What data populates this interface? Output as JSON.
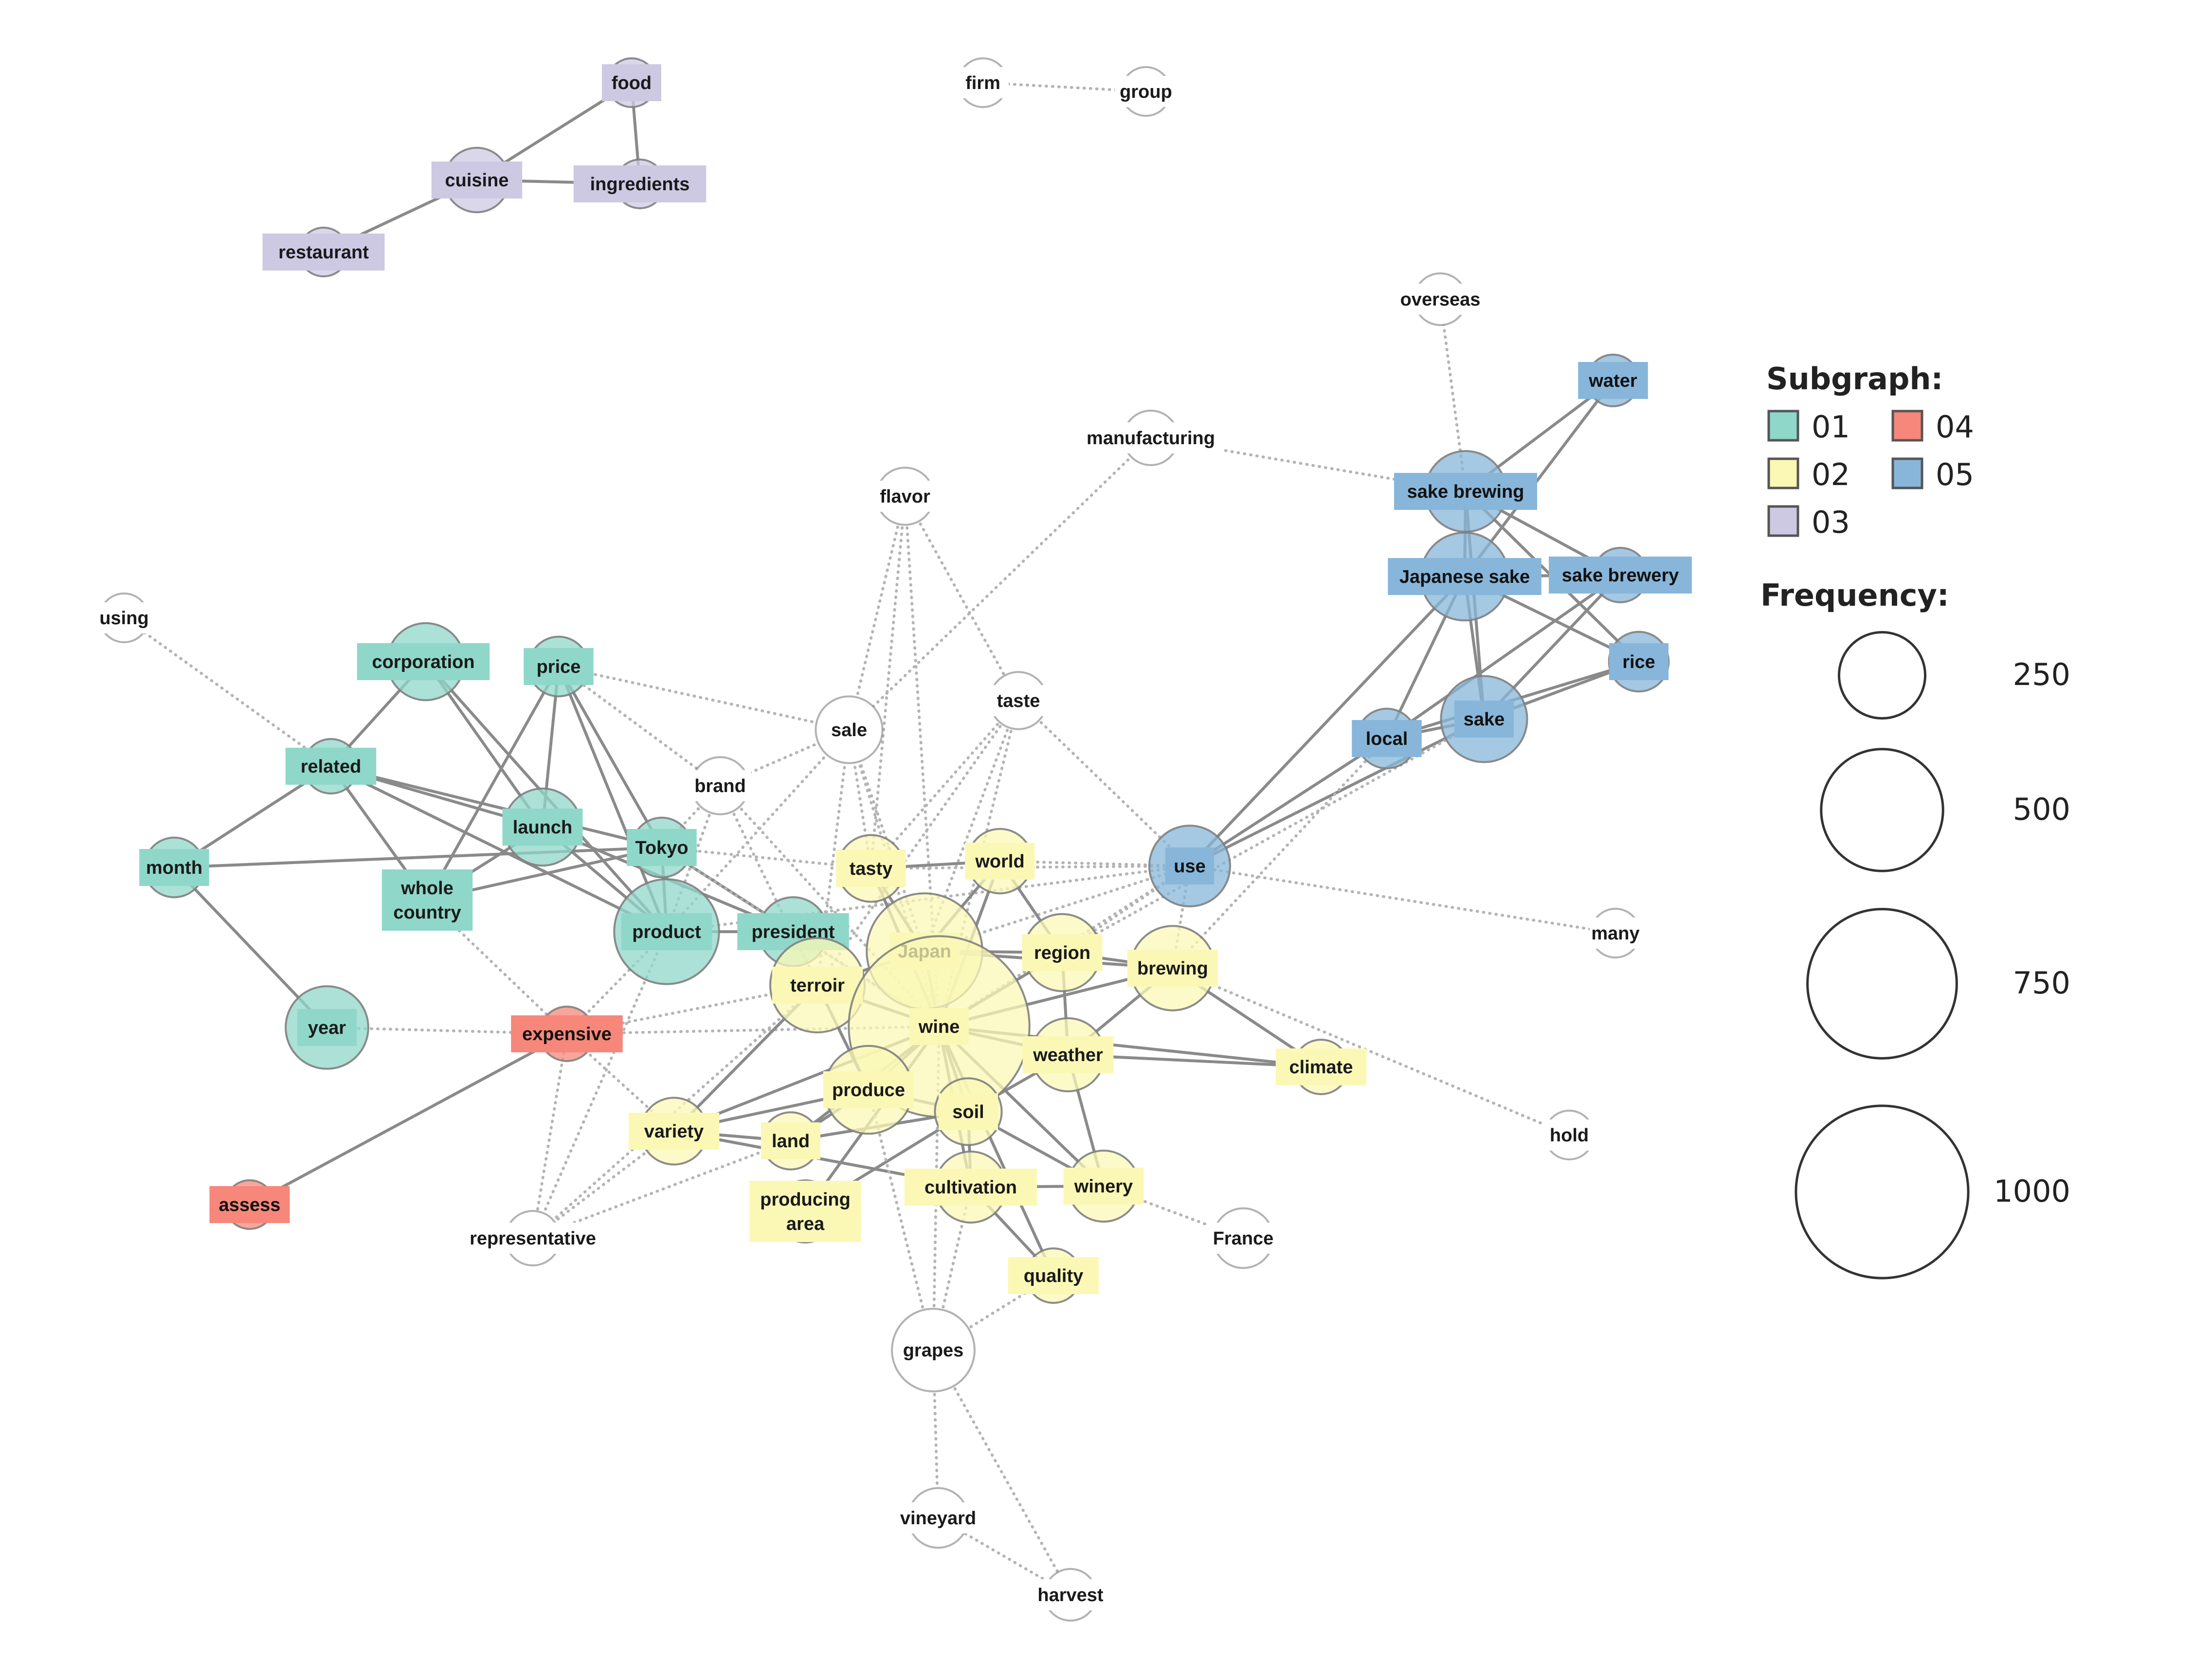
{
  "legend": {
    "subgraph_title": "Subgraph:",
    "frequency_title": "Frequency:",
    "subgraphs": [
      {
        "id": "01",
        "label": "01",
        "color": "#8fd7c9"
      },
      {
        "id": "02",
        "label": "02",
        "color": "#fbf8b6"
      },
      {
        "id": "03",
        "label": "03",
        "color": "#cdc9e3"
      },
      {
        "id": "04",
        "label": "04",
        "color": "#f6877a"
      },
      {
        "id": "05",
        "label": "05",
        "color": "#87b6da"
      }
    ],
    "frequencies": [
      {
        "value": 250,
        "label": "250"
      },
      {
        "value": 500,
        "label": "500"
      },
      {
        "value": 750,
        "label": "750"
      },
      {
        "value": 1000,
        "label": "1000"
      }
    ]
  },
  "nodes": [
    {
      "id": "food",
      "label": "food",
      "group": "03",
      "freq": 80
    },
    {
      "id": "cuisine",
      "label": "cuisine",
      "group": "03",
      "freq": 140
    },
    {
      "id": "ingredients",
      "label": "ingredients",
      "group": "03",
      "freq": 80
    },
    {
      "id": "restaurant",
      "label": "restaurant",
      "group": "03",
      "freq": 80
    },
    {
      "id": "firm",
      "label": "firm",
      "group": "none",
      "freq": 80
    },
    {
      "id": "group",
      "label": "group",
      "group": "none",
      "freq": 80
    },
    {
      "id": "overseas",
      "label": "overseas",
      "group": "none",
      "freq": 90
    },
    {
      "id": "water",
      "label": "water",
      "group": "05",
      "freq": 90
    },
    {
      "id": "manufacturing",
      "label": "manufacturing",
      "group": "none",
      "freq": 100
    },
    {
      "id": "sake_brewing",
      "label": "sake brewing",
      "group": "05",
      "freq": 220
    },
    {
      "id": "japanese_sake",
      "label": "Japanese sake",
      "group": "05",
      "freq": 260
    },
    {
      "id": "sake_brewery",
      "label": "sake brewery",
      "group": "05",
      "freq": 100
    },
    {
      "id": "rice",
      "label": "rice",
      "group": "05",
      "freq": 120
    },
    {
      "id": "sake",
      "label": "sake",
      "group": "05",
      "freq": 250
    },
    {
      "id": "local",
      "label": "local",
      "group": "05",
      "freq": 120
    },
    {
      "id": "use",
      "label": "use",
      "group": "05",
      "freq": 220
    },
    {
      "id": "flavor",
      "label": "flavor",
      "group": "none",
      "freq": 110
    },
    {
      "id": "taste",
      "label": "taste",
      "group": "none",
      "freq": 110
    },
    {
      "id": "sale",
      "label": "sale",
      "group": "none",
      "freq": 150
    },
    {
      "id": "brand",
      "label": "brand",
      "group": "none",
      "freq": 110
    },
    {
      "id": "using",
      "label": "using",
      "group": "none",
      "freq": 80
    },
    {
      "id": "corporation",
      "label": "corporation",
      "group": "01",
      "freq": 200
    },
    {
      "id": "price",
      "label": "price",
      "group": "01",
      "freq": 120
    },
    {
      "id": "related",
      "label": "related",
      "group": "01",
      "freq": 100
    },
    {
      "id": "launch",
      "label": "launch",
      "group": "01",
      "freq": 200
    },
    {
      "id": "tokyo",
      "label": "Tokyo",
      "group": "01",
      "freq": 120
    },
    {
      "id": "month",
      "label": "month",
      "group": "01",
      "freq": 120
    },
    {
      "id": "whole_country",
      "label": "whole\ncountry",
      "group": "01",
      "freq": 100
    },
    {
      "id": "product",
      "label": "product",
      "group": "01",
      "freq": 370
    },
    {
      "id": "president",
      "label": "president",
      "group": "01",
      "freq": 160
    },
    {
      "id": "year",
      "label": "year",
      "group": "01",
      "freq": 230
    },
    {
      "id": "tasty",
      "label": "tasty",
      "group": "02",
      "freq": 150
    },
    {
      "id": "world",
      "label": "world",
      "group": "02",
      "freq": 140
    },
    {
      "id": "japan",
      "label": "Japan",
      "group": "02",
      "freq": 450
    },
    {
      "id": "region",
      "label": "region",
      "group": "02",
      "freq": 200
    },
    {
      "id": "brewing",
      "label": "brewing",
      "group": "02",
      "freq": 240
    },
    {
      "id": "terroir",
      "label": "terroir",
      "group": "02",
      "freq": 300
    },
    {
      "id": "wine",
      "label": "wine",
      "group": "02",
      "freq": 1100
    },
    {
      "id": "weather",
      "label": "weather",
      "group": "02",
      "freq": 180
    },
    {
      "id": "climate",
      "label": "climate",
      "group": "02",
      "freq": 100
    },
    {
      "id": "produce",
      "label": "produce",
      "group": "02",
      "freq": 260
    },
    {
      "id": "soil",
      "label": "soil",
      "group": "02",
      "freq": 150
    },
    {
      "id": "variety",
      "label": "variety",
      "group": "02",
      "freq": 150
    },
    {
      "id": "land",
      "label": "land",
      "group": "02",
      "freq": 110
    },
    {
      "id": "cultivation",
      "label": "cultivation",
      "group": "02",
      "freq": 170
    },
    {
      "id": "winery",
      "label": "winery",
      "group": "02",
      "freq": 170
    },
    {
      "id": "producing_area",
      "label": "producing\narea",
      "group": "02",
      "freq": 130
    },
    {
      "id": "quality",
      "label": "quality",
      "group": "02",
      "freq": 100
    },
    {
      "id": "expensive",
      "label": "expensive",
      "group": "04",
      "freq": 100
    },
    {
      "id": "assess",
      "label": "assess",
      "group": "04",
      "freq": 80
    },
    {
      "id": "representative",
      "label": "representative",
      "group": "none",
      "freq": 100
    },
    {
      "id": "france",
      "label": "France",
      "group": "none",
      "freq": 120
    },
    {
      "id": "many",
      "label": "many",
      "group": "none",
      "freq": 80
    },
    {
      "id": "hold",
      "label": "hold",
      "group": "none",
      "freq": 80
    },
    {
      "id": "grapes",
      "label": "grapes",
      "group": "none",
      "freq": 230
    },
    {
      "id": "vineyard",
      "label": "vineyard",
      "group": "none",
      "freq": 120
    },
    {
      "id": "harvest",
      "label": "harvest",
      "group": "none",
      "freq": 90
    }
  ],
  "edges": [
    {
      "s": "food",
      "t": "cuisine",
      "type": "solid"
    },
    {
      "s": "food",
      "t": "ingredients",
      "type": "solid"
    },
    {
      "s": "cuisine",
      "t": "ingredients",
      "type": "solid"
    },
    {
      "s": "cuisine",
      "t": "restaurant",
      "type": "solid"
    },
    {
      "s": "firm",
      "t": "group",
      "type": "dotted"
    },
    {
      "s": "overseas",
      "t": "sake_brewing",
      "type": "dotted"
    },
    {
      "s": "manufacturing",
      "t": "sake_brewing",
      "type": "dotted"
    },
    {
      "s": "manufacturing",
      "t": "sale",
      "type": "dotted"
    },
    {
      "s": "water",
      "t": "sake_brewing",
      "type": "solid"
    },
    {
      "s": "water",
      "t": "japanese_sake",
      "type": "solid"
    },
    {
      "s": "sake_brewing",
      "t": "japanese_sake",
      "type": "solid"
    },
    {
      "s": "sake_brewing",
      "t": "sake_brewery",
      "type": "solid"
    },
    {
      "s": "sake_brewing",
      "t": "sake",
      "type": "solid"
    },
    {
      "s": "sake_brewing",
      "t": "rice",
      "type": "solid"
    },
    {
      "s": "japanese_sake",
      "t": "sake",
      "type": "solid"
    },
    {
      "s": "japanese_sake",
      "t": "rice",
      "type": "solid"
    },
    {
      "s": "japanese_sake",
      "t": "local",
      "type": "solid"
    },
    {
      "s": "japanese_sake",
      "t": "use",
      "type": "solid"
    },
    {
      "s": "japanese_sake",
      "t": "sake_brewery",
      "type": "solid"
    },
    {
      "s": "sake_brewery",
      "t": "sake",
      "type": "solid"
    },
    {
      "s": "sake_brewery",
      "t": "local",
      "type": "solid"
    },
    {
      "s": "rice",
      "t": "sake",
      "type": "solid"
    },
    {
      "s": "rice",
      "t": "local",
      "type": "solid"
    },
    {
      "s": "sake",
      "t": "local",
      "type": "solid"
    },
    {
      "s": "sake",
      "t": "use",
      "type": "solid"
    },
    {
      "s": "local",
      "t": "use",
      "type": "solid"
    },
    {
      "s": "local",
      "t": "brewing",
      "type": "dotted"
    },
    {
      "s": "sake",
      "t": "region",
      "type": "dotted"
    },
    {
      "s": "use",
      "t": "many",
      "type": "dotted"
    },
    {
      "s": "use",
      "t": "wine",
      "type": "dotted"
    },
    {
      "s": "use",
      "t": "japan",
      "type": "dotted"
    },
    {
      "s": "use",
      "t": "world",
      "type": "dotted"
    },
    {
      "s": "use",
      "t": "tasty",
      "type": "dotted"
    },
    {
      "s": "use",
      "t": "region",
      "type": "dotted"
    },
    {
      "s": "use",
      "t": "brewing",
      "type": "dotted"
    },
    {
      "s": "use",
      "t": "product",
      "type": "dotted"
    },
    {
      "s": "taste",
      "t": "use",
      "type": "dotted"
    },
    {
      "s": "taste",
      "t": "tasty",
      "type": "dotted"
    },
    {
      "s": "taste",
      "t": "wine",
      "type": "dotted"
    },
    {
      "s": "taste",
      "t": "terroir",
      "type": "dotted"
    },
    {
      "s": "taste",
      "t": "japan",
      "type": "dotted"
    },
    {
      "s": "flavor",
      "t": "taste",
      "type": "dotted"
    },
    {
      "s": "flavor",
      "t": "sale",
      "type": "dotted"
    },
    {
      "s": "flavor",
      "t": "wine",
      "type": "dotted"
    },
    {
      "s": "flavor",
      "t": "tasty",
      "type": "dotted"
    },
    {
      "s": "sale",
      "t": "price",
      "type": "dotted"
    },
    {
      "s": "sale",
      "t": "product",
      "type": "dotted"
    },
    {
      "s": "sale",
      "t": "brand",
      "type": "dotted"
    },
    {
      "s": "sale",
      "t": "wine",
      "type": "dotted"
    },
    {
      "s": "sale",
      "t": "japan",
      "type": "dotted"
    },
    {
      "s": "sale",
      "t": "tasty",
      "type": "dotted"
    },
    {
      "s": "sale",
      "t": "terroir",
      "type": "dotted"
    },
    {
      "s": "brand",
      "t": "product",
      "type": "dotted"
    },
    {
      "s": "brand",
      "t": "wine",
      "type": "dotted"
    },
    {
      "s": "brand",
      "t": "tokyo",
      "type": "dotted"
    },
    {
      "s": "brand",
      "t": "terroir",
      "type": "dotted"
    },
    {
      "s": "price",
      "t": "brand",
      "type": "dotted"
    },
    {
      "s": "using",
      "t": "related",
      "type": "dotted"
    },
    {
      "s": "corporation",
      "t": "related",
      "type": "solid"
    },
    {
      "s": "corporation",
      "t": "launch",
      "type": "solid"
    },
    {
      "s": "corporation",
      "t": "product",
      "type": "solid"
    },
    {
      "s": "price",
      "t": "launch",
      "type": "solid"
    },
    {
      "s": "price",
      "t": "whole_country",
      "type": "solid"
    },
    {
      "s": "price",
      "t": "tokyo",
      "type": "solid"
    },
    {
      "s": "price",
      "t": "product",
      "type": "solid"
    },
    {
      "s": "related",
      "t": "month",
      "type": "solid"
    },
    {
      "s": "related",
      "t": "launch",
      "type": "solid"
    },
    {
      "s": "related",
      "t": "whole_country",
      "type": "solid"
    },
    {
      "s": "related",
      "t": "product",
      "type": "solid"
    },
    {
      "s": "related",
      "t": "tokyo",
      "type": "solid"
    },
    {
      "s": "month",
      "t": "year",
      "type": "solid"
    },
    {
      "s": "month",
      "t": "tokyo",
      "type": "solid"
    },
    {
      "s": "launch",
      "t": "product",
      "type": "solid"
    },
    {
      "s": "launch",
      "t": "whole_country",
      "type": "solid"
    },
    {
      "s": "launch",
      "t": "president",
      "type": "solid"
    },
    {
      "s": "tokyo",
      "t": "product",
      "type": "solid"
    },
    {
      "s": "tokyo",
      "t": "president",
      "type": "solid"
    },
    {
      "s": "whole_country",
      "t": "tokyo",
      "type": "solid"
    },
    {
      "s": "product",
      "t": "president",
      "type": "solid"
    },
    {
      "s": "whole_country",
      "t": "expensive",
      "type": "dotted"
    },
    {
      "s": "year",
      "t": "expensive",
      "type": "dotted"
    },
    {
      "s": "expensive",
      "t": "assess",
      "type": "solid"
    },
    {
      "s": "expensive",
      "t": "product",
      "type": "dotted"
    },
    {
      "s": "expensive",
      "t": "terroir",
      "type": "dotted"
    },
    {
      "s": "expensive",
      "t": "wine",
      "type": "dotted"
    },
    {
      "s": "expensive",
      "t": "variety",
      "type": "dotted"
    },
    {
      "s": "expensive",
      "t": "representative",
      "type": "dotted"
    },
    {
      "s": "representative",
      "t": "terroir",
      "type": "dotted"
    },
    {
      "s": "representative",
      "t": "land",
      "type": "dotted"
    },
    {
      "s": "representative",
      "t": "variety",
      "type": "dotted"
    },
    {
      "s": "representative",
      "t": "product",
      "type": "dotted"
    },
    {
      "s": "president",
      "t": "terroir",
      "type": "dotted"
    },
    {
      "s": "president",
      "t": "wine",
      "type": "dotted"
    },
    {
      "s": "tokyo",
      "t": "tasty",
      "type": "dotted"
    },
    {
      "s": "tokyo",
      "t": "wine",
      "type": "dotted"
    },
    {
      "s": "tasty",
      "t": "world",
      "type": "solid"
    },
    {
      "s": "tasty",
      "t": "japan",
      "type": "solid"
    },
    {
      "s": "tasty",
      "t": "wine",
      "type": "solid"
    },
    {
      "s": "world",
      "t": "japan",
      "type": "solid"
    },
    {
      "s": "world",
      "t": "wine",
      "type": "solid"
    },
    {
      "s": "world",
      "t": "region",
      "type": "solid"
    },
    {
      "s": "japan",
      "t": "wine",
      "type": "solid"
    },
    {
      "s": "japan",
      "t": "region",
      "type": "solid"
    },
    {
      "s": "japan",
      "t": "terroir",
      "type": "solid"
    },
    {
      "s": "japan",
      "t": "brewing",
      "type": "solid"
    },
    {
      "s": "region",
      "t": "wine",
      "type": "solid"
    },
    {
      "s": "region",
      "t": "brewing",
      "type": "solid"
    },
    {
      "s": "region",
      "t": "weather",
      "type": "solid"
    },
    {
      "s": "brewing",
      "t": "wine",
      "type": "solid"
    },
    {
      "s": "brewing",
      "t": "climate",
      "type": "solid"
    },
    {
      "s": "brewing",
      "t": "hold",
      "type": "dotted"
    },
    {
      "s": "brewing",
      "t": "weather",
      "type": "solid"
    },
    {
      "s": "terroir",
      "t": "wine",
      "type": "solid"
    },
    {
      "s": "terroir",
      "t": "variety",
      "type": "solid"
    },
    {
      "s": "terroir",
      "t": "produce",
      "type": "solid"
    },
    {
      "s": "wine",
      "t": "weather",
      "type": "solid"
    },
    {
      "s": "wine",
      "t": "climate",
      "type": "solid"
    },
    {
      "s": "wine",
      "t": "produce",
      "type": "solid"
    },
    {
      "s": "wine",
      "t": "soil",
      "type": "solid"
    },
    {
      "s": "wine",
      "t": "variety",
      "type": "solid"
    },
    {
      "s": "wine",
      "t": "land",
      "type": "solid"
    },
    {
      "s": "wine",
      "t": "cultivation",
      "type": "solid"
    },
    {
      "s": "wine",
      "t": "winery",
      "type": "solid"
    },
    {
      "s": "wine",
      "t": "producing_area",
      "type": "solid"
    },
    {
      "s": "wine",
      "t": "quality",
      "type": "solid"
    },
    {
      "s": "weather",
      "t": "climate",
      "type": "solid"
    },
    {
      "s": "weather",
      "t": "soil",
      "type": "solid"
    },
    {
      "s": "weather",
      "t": "winery",
      "type": "solid"
    },
    {
      "s": "produce",
      "t": "soil",
      "type": "solid"
    },
    {
      "s": "produce",
      "t": "variety",
      "type": "solid"
    },
    {
      "s": "produce",
      "t": "land",
      "type": "solid"
    },
    {
      "s": "soil",
      "t": "cultivation",
      "type": "solid"
    },
    {
      "s": "soil",
      "t": "winery",
      "type": "solid"
    },
    {
      "s": "soil",
      "t": "land",
      "type": "solid"
    },
    {
      "s": "variety",
      "t": "land",
      "type": "solid"
    },
    {
      "s": "variety",
      "t": "cultivation",
      "type": "solid"
    },
    {
      "s": "cultivation",
      "t": "quality",
      "type": "solid"
    },
    {
      "s": "cultivation",
      "t": "winery",
      "type": "solid"
    },
    {
      "s": "producing_area",
      "t": "soil",
      "type": "solid"
    },
    {
      "s": "winery",
      "t": "france",
      "type": "dotted"
    },
    {
      "s": "grapes",
      "t": "wine",
      "type": "dotted"
    },
    {
      "s": "grapes",
      "t": "cultivation",
      "type": "dotted"
    },
    {
      "s": "grapes",
      "t": "produce",
      "type": "dotted"
    },
    {
      "s": "grapes",
      "t": "quality",
      "type": "dotted"
    },
    {
      "s": "grapes",
      "t": "vineyard",
      "type": "dotted"
    },
    {
      "s": "grapes",
      "t": "harvest",
      "type": "dotted"
    },
    {
      "s": "vineyard",
      "t": "harvest",
      "type": "dotted"
    }
  ]
}
